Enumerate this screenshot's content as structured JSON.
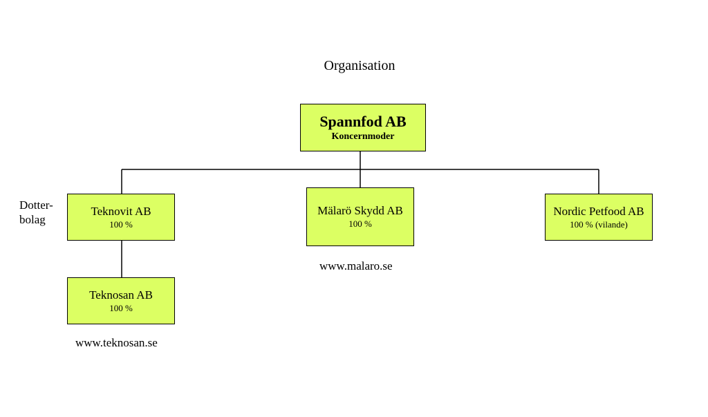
{
  "title": "Organisation",
  "side_label": {
    "line1": "Dotter-",
    "line2": "bolag"
  },
  "nodes": {
    "parent": {
      "name": "Spannfod AB",
      "subtitle": "Koncernmoder"
    },
    "teknovit": {
      "name": "Teknovit AB",
      "share": "100 %"
    },
    "malaro": {
      "name": "Mälarö Skydd AB",
      "share": "100 %",
      "url": "www.malaro.se"
    },
    "nordic": {
      "name": "Nordic Petfood AB",
      "share": "100 % (vilande)"
    },
    "teknosan": {
      "name": "Teknosan AB",
      "share": "100 %",
      "url": "www.teknosan.se"
    }
  },
  "colors": {
    "box_fill": "#dcff63",
    "line": "#000000"
  }
}
